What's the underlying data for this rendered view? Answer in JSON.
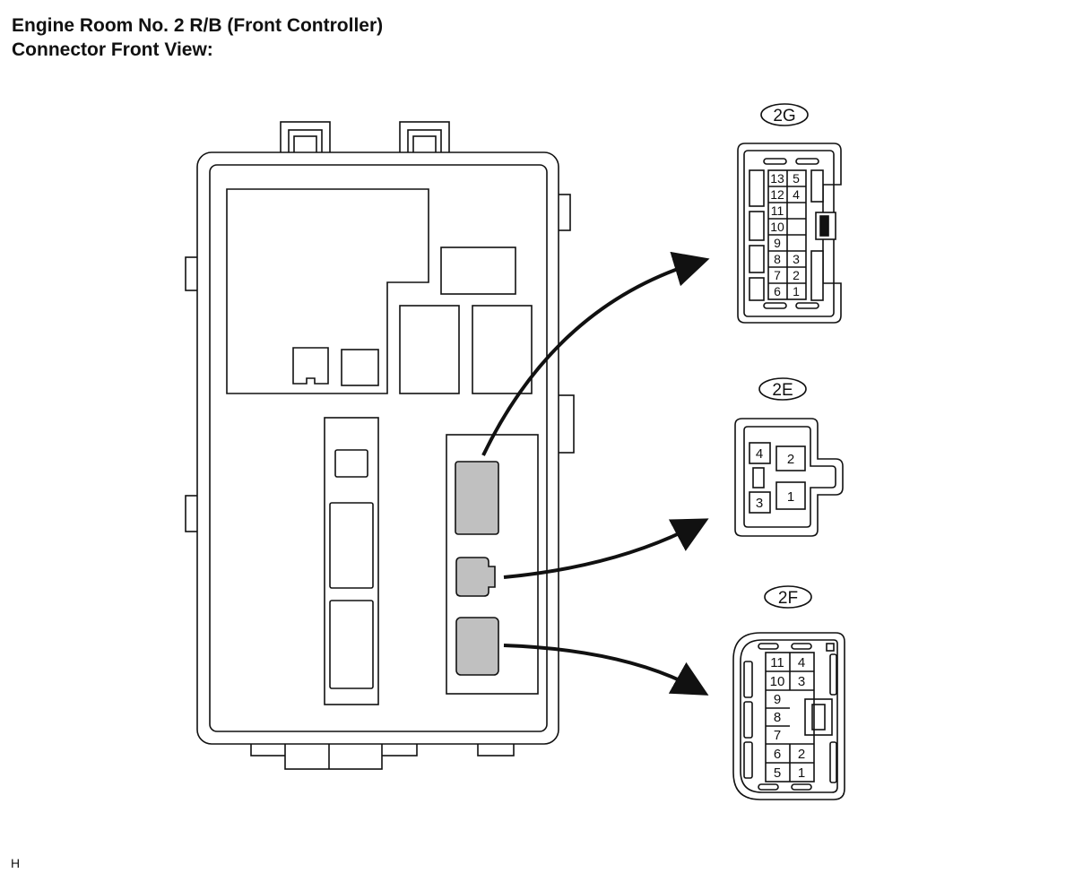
{
  "title": {
    "line1": "Engine Room No. 2 R/B (Front Controller)",
    "line2": "Connector Front View:"
  },
  "connectors": {
    "2G": {
      "label": "2G",
      "pins": {
        "p13": "13",
        "p12": "12",
        "p11": "11",
        "p10": "10",
        "p9": "9",
        "p8": "8",
        "p7": "7",
        "p6": "6",
        "p5": "5",
        "p4": "4",
        "p3": "3",
        "p2": "2",
        "p1": "1"
      }
    },
    "2E": {
      "label": "2E",
      "pins": {
        "p4": "4",
        "p3": "3",
        "p2": "2",
        "p1": "1"
      }
    },
    "2F": {
      "label": "2F",
      "pins": {
        "p11": "11",
        "p10": "10",
        "p9": "9",
        "p8": "8",
        "p7": "7",
        "p6": "6",
        "p5": "5",
        "p4": "4",
        "p3": "3",
        "p2": "2",
        "p1": "1"
      }
    }
  },
  "footer_code": "H",
  "colors": {
    "line": "#111111",
    "highlight": "#c0c0c0",
    "background": "#ffffff"
  }
}
